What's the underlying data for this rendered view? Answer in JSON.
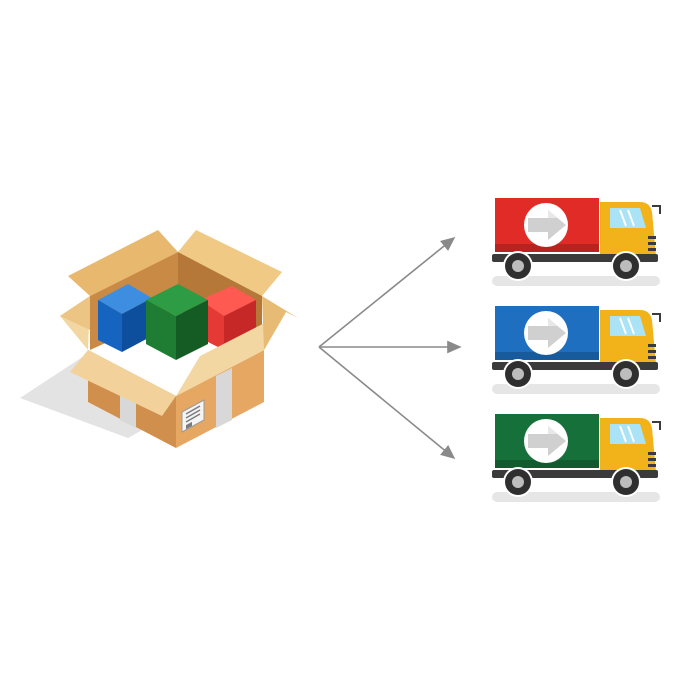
{
  "box": {
    "icon": "open-cardboard-box-icon",
    "contents": [
      {
        "name": "blue-block",
        "color": "#1565c0"
      },
      {
        "name": "green-block",
        "color": "#1e7d32"
      },
      {
        "name": "red-block",
        "color": "#e53935"
      }
    ],
    "colors": {
      "cardboard_light": "#f3d7a2",
      "cardboard_mid": "#e6b46b",
      "cardboard_dark": "#c98a45",
      "tape": "#cfcfcf",
      "shadow": "#e3e3e3"
    }
  },
  "arrows": {
    "color": "#8a8a8a",
    "count": 3
  },
  "trucks": [
    {
      "name": "truck-red",
      "cargo_color": "#e02b27",
      "icon": "arrow-right-icon"
    },
    {
      "name": "truck-blue",
      "cargo_color": "#1e6fbf",
      "icon": "arrow-right-icon"
    },
    {
      "name": "truck-green",
      "cargo_color": "#16703a",
      "icon": "arrow-right-icon"
    }
  ],
  "truck_style": {
    "cab_color": "#f2b21a",
    "window_color": "#a9e3f5",
    "chassis_color": "#3b3b3b",
    "wheel_color": "#2f2f2f",
    "hub_color": "#bdbdbd"
  }
}
